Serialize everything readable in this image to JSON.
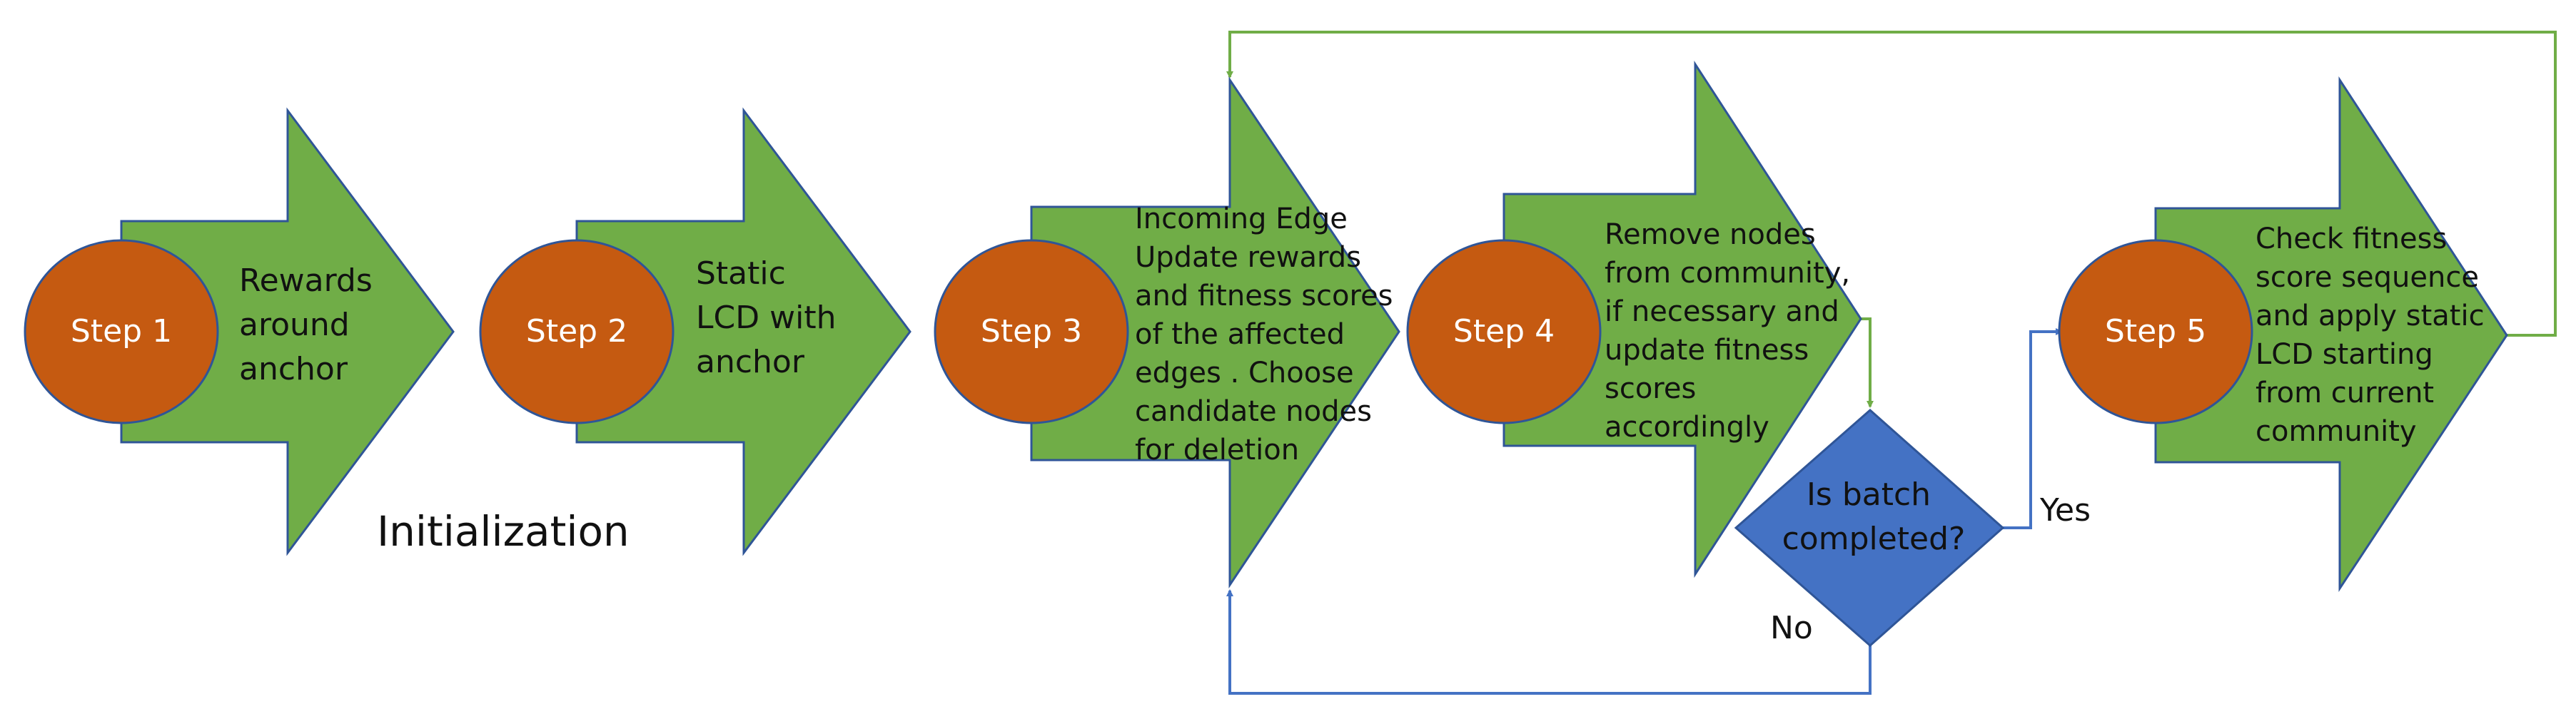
{
  "colors": {
    "arrow_fill": "#70AD47",
    "arrow_stroke": "#2F5597",
    "circle_fill": "#C55A11",
    "diamond_fill": "#4472C4",
    "loop_green": "#70AD47",
    "loop_blue": "#4472C4"
  },
  "steps": [
    {
      "label": "Step 1",
      "text_lines": [
        "Rewards",
        "around",
        "anchor"
      ]
    },
    {
      "label": "Step 2",
      "text_lines": [
        "Static",
        "LCD with",
        "anchor"
      ]
    },
    {
      "label": "Step 3",
      "text_lines": [
        "Incoming Edge",
        "Update rewards",
        "and  fitness scores",
        "of the affected",
        "edges . Choose",
        "candidate nodes",
        "for deletion"
      ]
    },
    {
      "label": "Step 4",
      "text_lines": [
        "Remove nodes",
        "from community,",
        "if necessary and",
        "update fitness",
        "scores",
        "accordingly"
      ]
    },
    {
      "label": "Step 5",
      "text_lines": [
        "Check fitness",
        "score sequence",
        "and apply static",
        "LCD starting",
        "from current",
        "community"
      ]
    }
  ],
  "decision": {
    "lines": [
      "Is batch",
      "completed?"
    ]
  },
  "branches": {
    "yes": "Yes",
    "no": "No"
  },
  "caption": "Initialization"
}
